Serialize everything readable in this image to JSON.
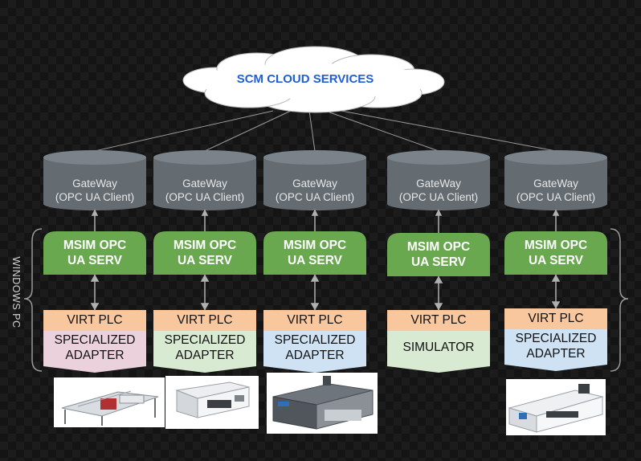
{
  "cloud": {
    "label": "SCM CLOUD SERVICES"
  },
  "side_label": "WINDOWS PC",
  "columns": [
    {
      "gateway": {
        "line1": "GateWay",
        "line2": "(OPC UA Client)"
      },
      "msim": {
        "line1": "MSIM OPC",
        "line2": "UA SERV"
      },
      "plc": "VIRT PLC",
      "adapter": {
        "line1": "SPECIALIZED",
        "line2": "ADAPTER"
      },
      "machine": "panel-saw",
      "adapter_color": "#ead1dc"
    },
    {
      "gateway": {
        "line1": "GateWay",
        "line2": "(OPC UA Client)"
      },
      "msim": {
        "line1": "MSIM OPC",
        "line2": "UA SERV"
      },
      "plc": "VIRT PLC",
      "adapter": {
        "line1": "SPECIALIZED",
        "line2": "ADAPTER"
      },
      "machine": "edge-bander",
      "adapter_color": "#d9ead3"
    },
    {
      "gateway": {
        "line1": "GateWay",
        "line2": "(OPC UA Client)"
      },
      "msim": {
        "line1": "MSIM OPC",
        "line2": "UA SERV"
      },
      "plc": "VIRT PLC",
      "adapter": {
        "line1": "SPECIALIZED",
        "line2": "ADAPTER"
      },
      "machine": "cnc-machining-center",
      "adapter_color": "#cfe2f3"
    },
    {
      "gateway": {
        "line1": "GateWay",
        "line2": "(OPC UA Client)"
      },
      "msim": {
        "line1": "MSIM OPC",
        "line2": "UA SERV"
      },
      "plc": "VIRT PLC",
      "adapter": {
        "line1": "SIMULATOR",
        "line2": ""
      },
      "machine": "",
      "adapter_color": "#d9ead3"
    },
    {
      "gateway": {
        "line1": "GateWay",
        "line2": "(OPC UA Client)"
      },
      "msim": {
        "line1": "MSIM OPC",
        "line2": "UA SERV"
      },
      "plc": "VIRT PLC",
      "adapter": {
        "line1": "SPECIALIZED",
        "line2": "ADAPTER"
      },
      "machine": "edge-banding-line",
      "adapter_color": "#cfe2f3"
    }
  ],
  "colors": {
    "gateway": "#646c72",
    "gateway_top": "#7b838a",
    "msim": "#6aa84f",
    "plc": "#f9cb9c",
    "connector": "#9a9a9a",
    "cloud_text": "#1f5fd6"
  }
}
